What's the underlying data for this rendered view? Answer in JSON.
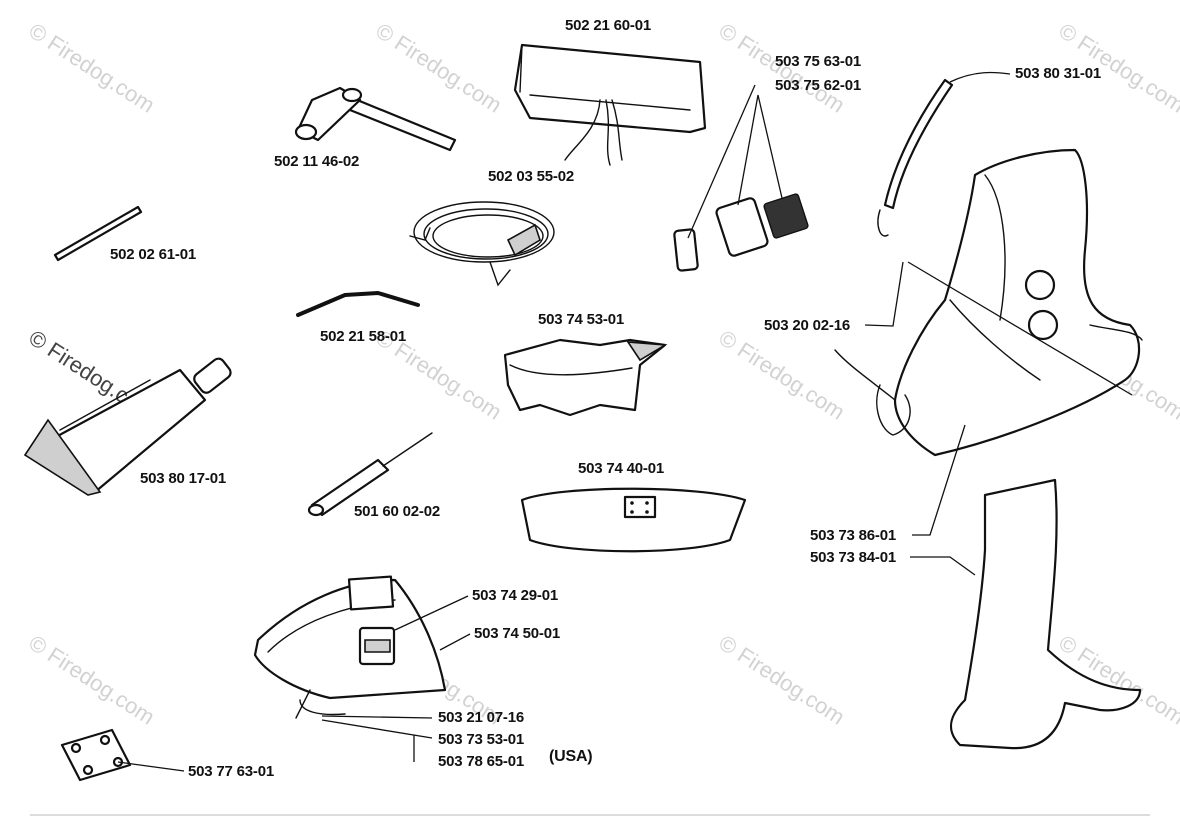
{
  "watermark": "© Firedog.com",
  "region_label": "(USA)",
  "part_numbers": {
    "bag_top": "502 21 60-01",
    "wrench": "502 11 46-02",
    "bag_strap": "502 03 55-02",
    "buckle_top": "503 75 63-01",
    "buckle_bottom": "503 75 62-01",
    "hook_strap": "503 80 31-01",
    "pin": "502 02 61-01",
    "rod_bent": "502 21 58-01",
    "cushion": "503 74 53-01",
    "screw": "503 20 02-16",
    "grease_tube": "503 80 17-01",
    "screwdriver": "501 60 02-02",
    "tray": "503 74 40-01",
    "harness_a": "503 73 86-01",
    "harness_b": "503 73 84-01",
    "guard_plate": "503 74 29-01",
    "guard": "503 74 50-01",
    "blade_screw": "503 21 07-16",
    "blade_a": "503 73 53-01",
    "blade_b": "503 78 65-01",
    "pad": "503 77 63-01"
  }
}
